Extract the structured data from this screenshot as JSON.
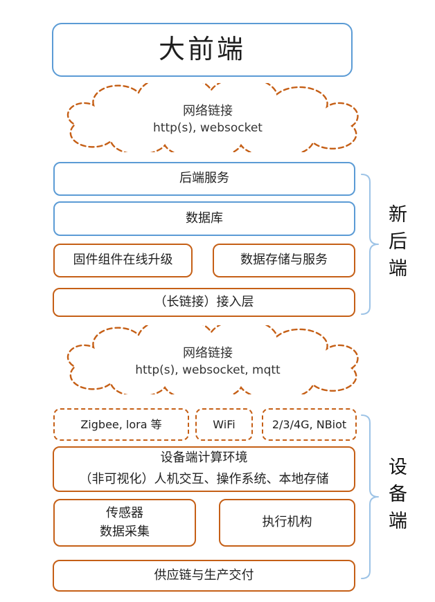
{
  "frontend": {
    "label": "大前端"
  },
  "cloud1": {
    "line1": "网络链接",
    "line2": "http(s), websocket"
  },
  "cloud2": {
    "line1": "网络链接",
    "line2": "http(s), websocket, mqtt"
  },
  "backend": {
    "services": "后端服务",
    "database": "数据库",
    "firmware_upgrade": "固件组件在线升级",
    "data_storage": "数据存储与服务",
    "access_layer": "（长链接）接入层",
    "bracket_label": "新后端"
  },
  "device": {
    "zigbee": "Zigbee, lora 等",
    "wifi": "WiFi",
    "cellular": "2/3/4G, NBiot",
    "env_line1": "设备端计算环境",
    "env_line2": "（非可视化）人机交互、操作系统、本地存储",
    "sensor_line1": "传感器",
    "sensor_line2": "数据采集",
    "actuator": "执行机构",
    "supply_chain": "供应链与生产交付",
    "bracket_label": "设备端"
  },
  "colors": {
    "blue": "#5B9BD5",
    "light_blue": "#9DC3E6",
    "orange": "#C55F16",
    "text": "#1F1F1F"
  }
}
